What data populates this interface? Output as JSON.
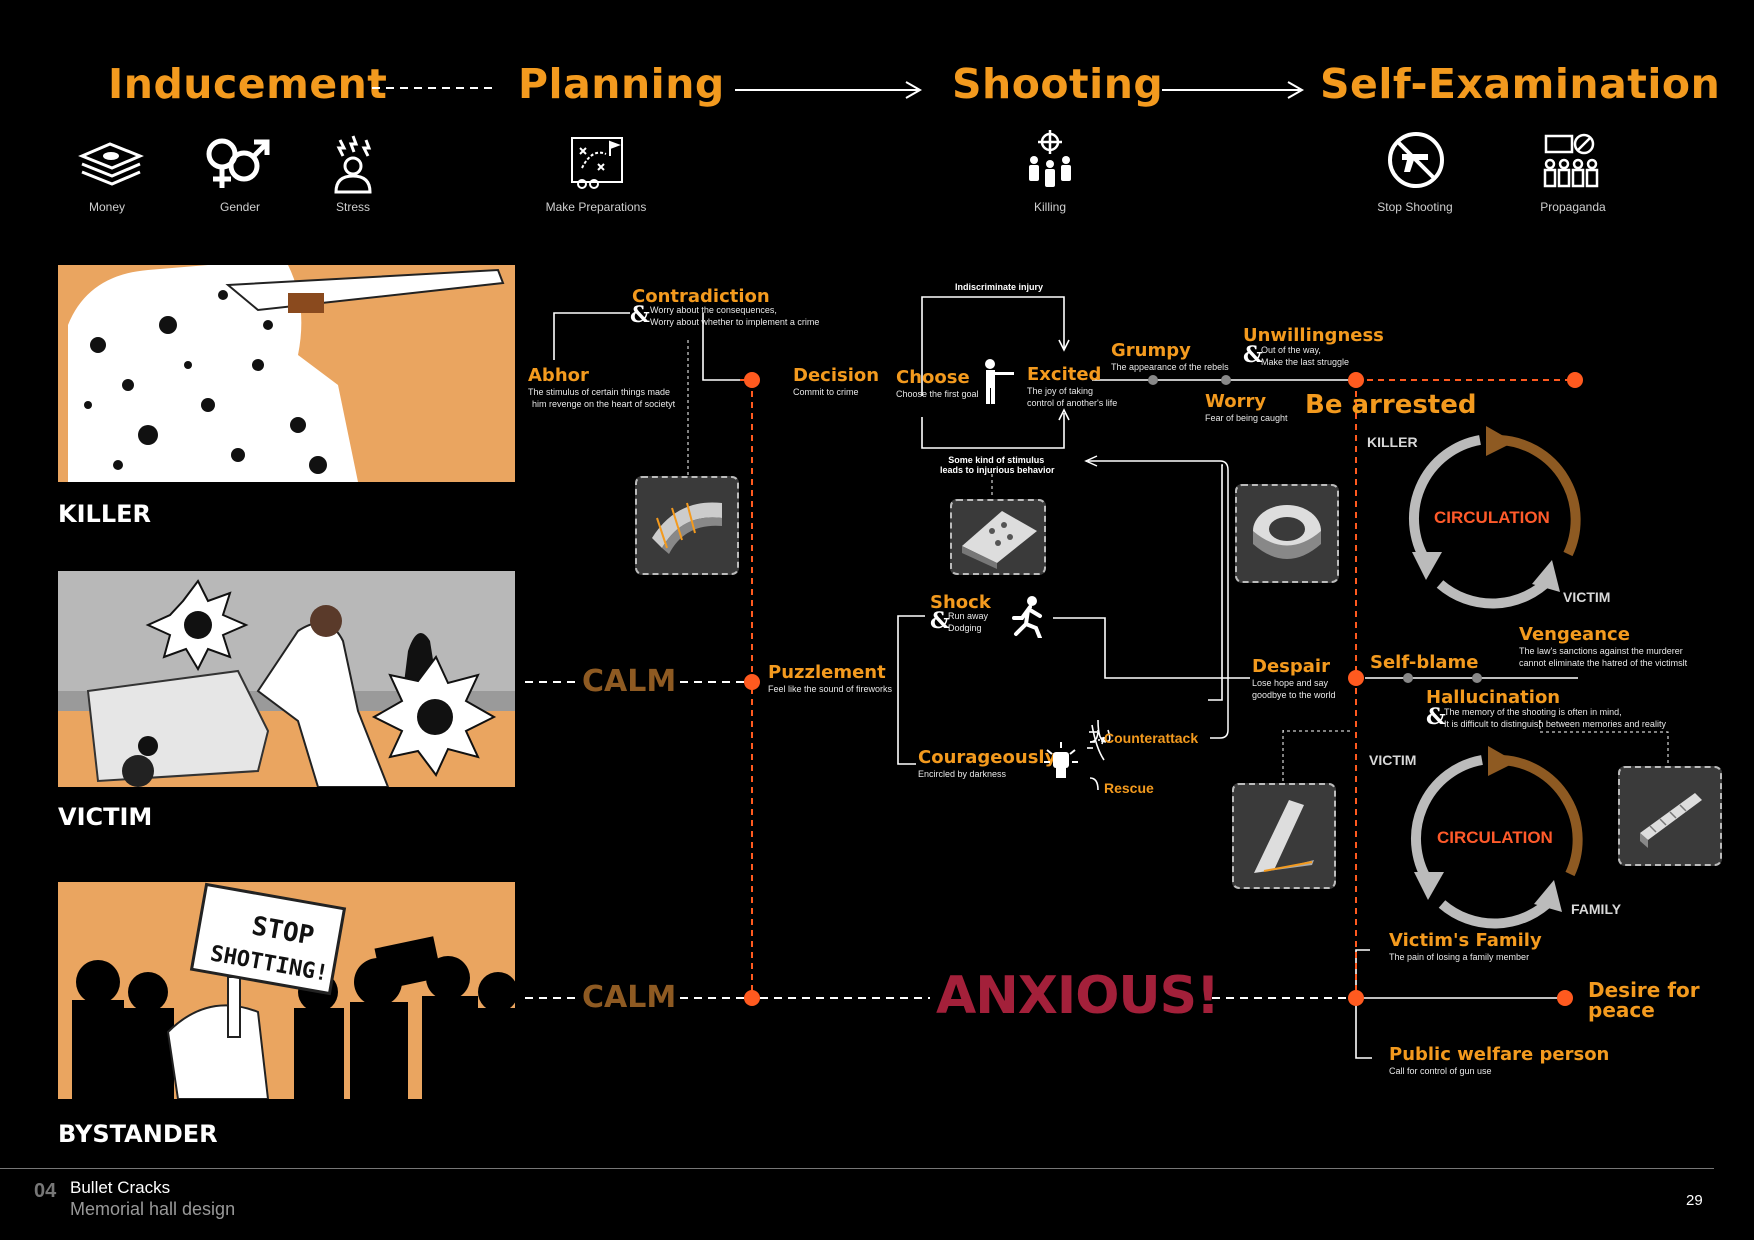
{
  "phases": {
    "inducement": "Inducement",
    "planning": "Planning",
    "shooting": "Shooting",
    "self_examination": "Self-Examination"
  },
  "icons": {
    "money": {
      "label": "Money",
      "icon": "money-stack-icon"
    },
    "gender": {
      "label": "Gender",
      "icon": "gender-icon"
    },
    "stress": {
      "label": "Stress",
      "icon": "stress-person-icon"
    },
    "preparations": {
      "label": "Make Preparations",
      "icon": "plan-board-icon"
    },
    "killing": {
      "label": "Killing",
      "icon": "target-crowd-icon"
    },
    "stop_shooting": {
      "label": "Stop Shooting",
      "icon": "no-gun-icon"
    },
    "propaganda": {
      "label": "Propaganda",
      "icon": "propaganda-icon"
    }
  },
  "roles": {
    "killer": "KILLER",
    "victim": "VICTIM",
    "bystander": "BYSTANDER"
  },
  "sign": {
    "line1": "STOP",
    "line2": "SHOTTING!"
  },
  "moods": {
    "calm_victim": "CALM",
    "calm_bystander": "CALM",
    "anxious": "ANXIOUS!"
  },
  "killer_flow": {
    "contradiction": {
      "title": "Contradiction",
      "desc1": "Worry about the consequences,",
      "desc2": "Worry about whether to implement a crime"
    },
    "abhor": {
      "title": "Abhor",
      "desc1": "The stimulus of certain things made",
      "desc2": "him revenge on the heart of societyt"
    },
    "decision": {
      "title": "Decision",
      "desc": "Commit to crime"
    },
    "indiscriminate": "Indiscriminate injury",
    "choose": {
      "title": "Choose",
      "desc": "Choose the first goal"
    },
    "excited": {
      "title": "Excited",
      "desc1": "The joy of taking",
      "desc2": "control of another's life"
    },
    "stimulus": {
      "line1": "Some kind of stimulus",
      "line2": "leads to injurious behavior"
    },
    "grumpy": {
      "title": "Grumpy",
      "desc": "The appearance of the rebels"
    },
    "unwillingness": {
      "title": "Unwillingness",
      "desc1": "Out of the way,",
      "desc2": "Make the last struggle"
    },
    "worry": {
      "title": "Worry",
      "desc": "Fear of being caught"
    },
    "arrested": "Be arrested"
  },
  "victim_flow": {
    "puzzlement": {
      "title": "Puzzlement",
      "desc": "Feel like the sound of fireworks"
    },
    "shock": {
      "title": "Shock",
      "desc1": "Run away",
      "desc2": "Dodging"
    },
    "courageously": {
      "title": "Courageously",
      "desc": "Encircled by darkness"
    },
    "counterattack": "Counterattack",
    "rescue": "Rescue",
    "despair": {
      "title": "Despair",
      "desc1": "Lose hope and say",
      "desc2": "goodbye to the world"
    },
    "self_blame": "Self-blame",
    "vengeance": {
      "title": "Vengeance",
      "desc1": "The law's sanctions against the murderer",
      "desc2": "cannot eliminate the hatred of the victimslt"
    },
    "hallucination": {
      "title": "Hallucination",
      "desc1": "The memory of the shooting is often in mind,",
      "desc2": "It is difficult to distinguish between memories and reality"
    }
  },
  "bystander_flow": {
    "victims_family": {
      "title": "Victim's Family",
      "desc": "The pain of losing a family member"
    },
    "desire": {
      "line1": "Desire for",
      "line2": "peace"
    },
    "public": {
      "title": "Public welfare person",
      "desc": "Call for control of gun use"
    }
  },
  "cycles": {
    "top": {
      "center": "CIRCULATION",
      "top_left": "KILLER",
      "bottom_right": "VICTIM"
    },
    "bottom": {
      "center": "CIRCULATION",
      "top_left": "VICTIM",
      "bottom_right": "FAMILY"
    }
  },
  "footer": {
    "number": "04",
    "title": "Bullet Cracks",
    "subtitle": "Memorial hall design",
    "page": "29"
  }
}
